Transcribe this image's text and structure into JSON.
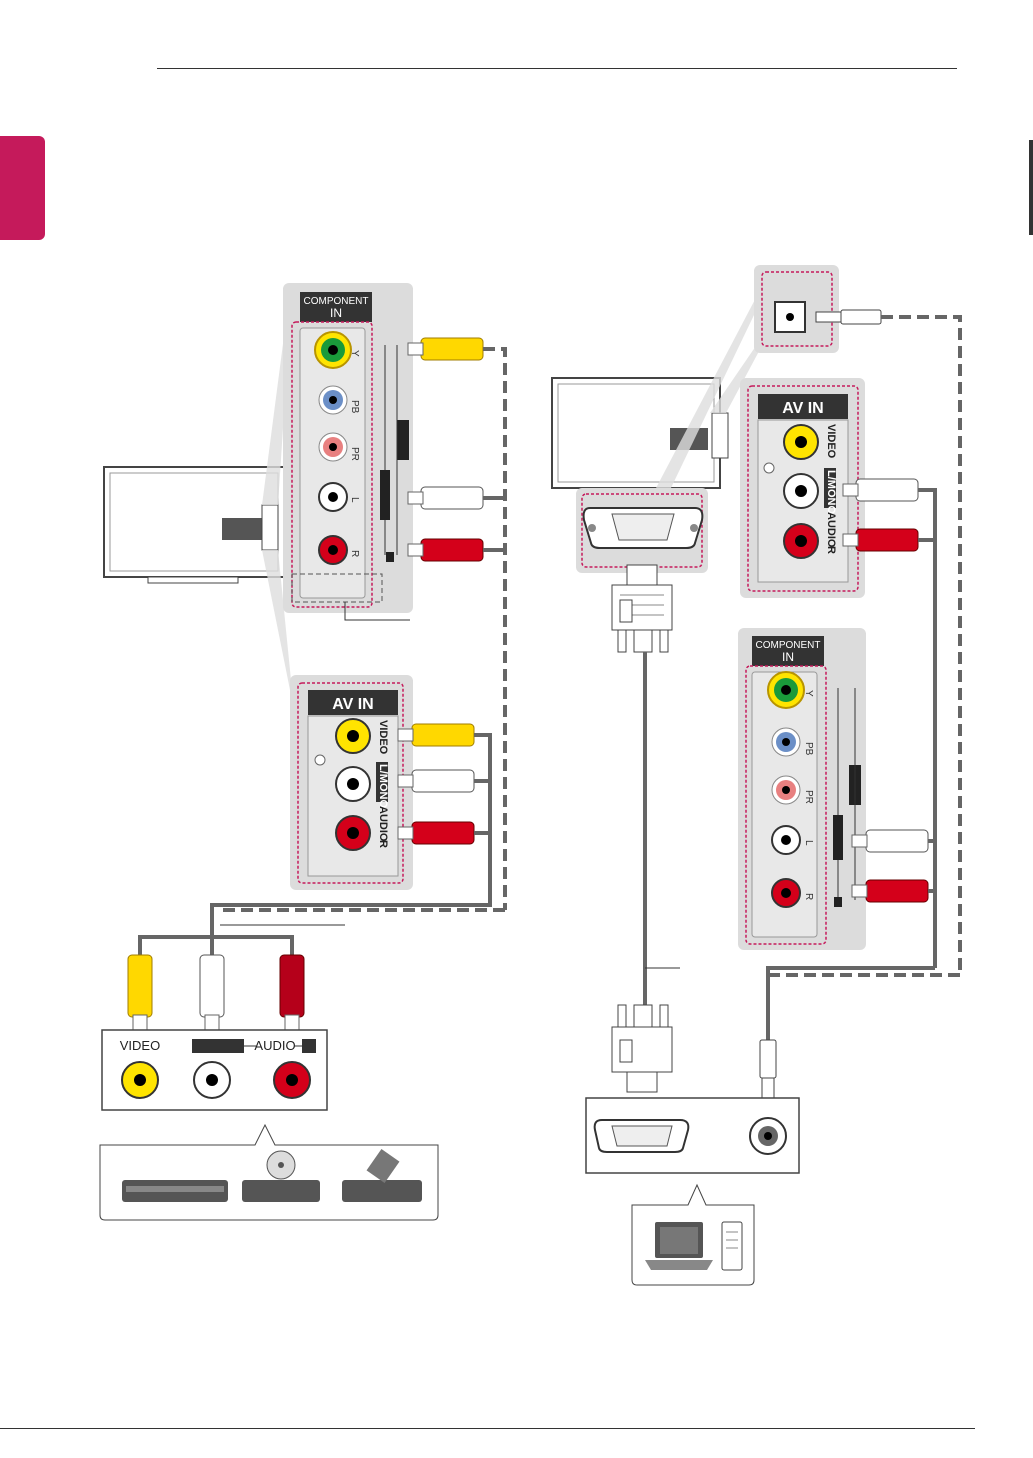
{
  "panels": {
    "component_in_title": "COMPONENT",
    "component_in_sub": "IN",
    "av_in_title": "AV IN",
    "av_video": "VIDEO",
    "av_lmono": "L/MONO",
    "av_audio": "AUDIO",
    "av_r": "R",
    "comp_y": "Y",
    "comp_pb": "PB",
    "comp_pr": "PR",
    "comp_l": "L",
    "comp_r": "R"
  },
  "device": {
    "video_label": "VIDEO",
    "audio_label": "AUDIO"
  },
  "colors": {
    "accent": "#c51a5b",
    "cable": "#666666",
    "panel": "#dcdcdc",
    "yellow": "#ffd800",
    "red": "#d4001a",
    "white": "#ffffff"
  }
}
